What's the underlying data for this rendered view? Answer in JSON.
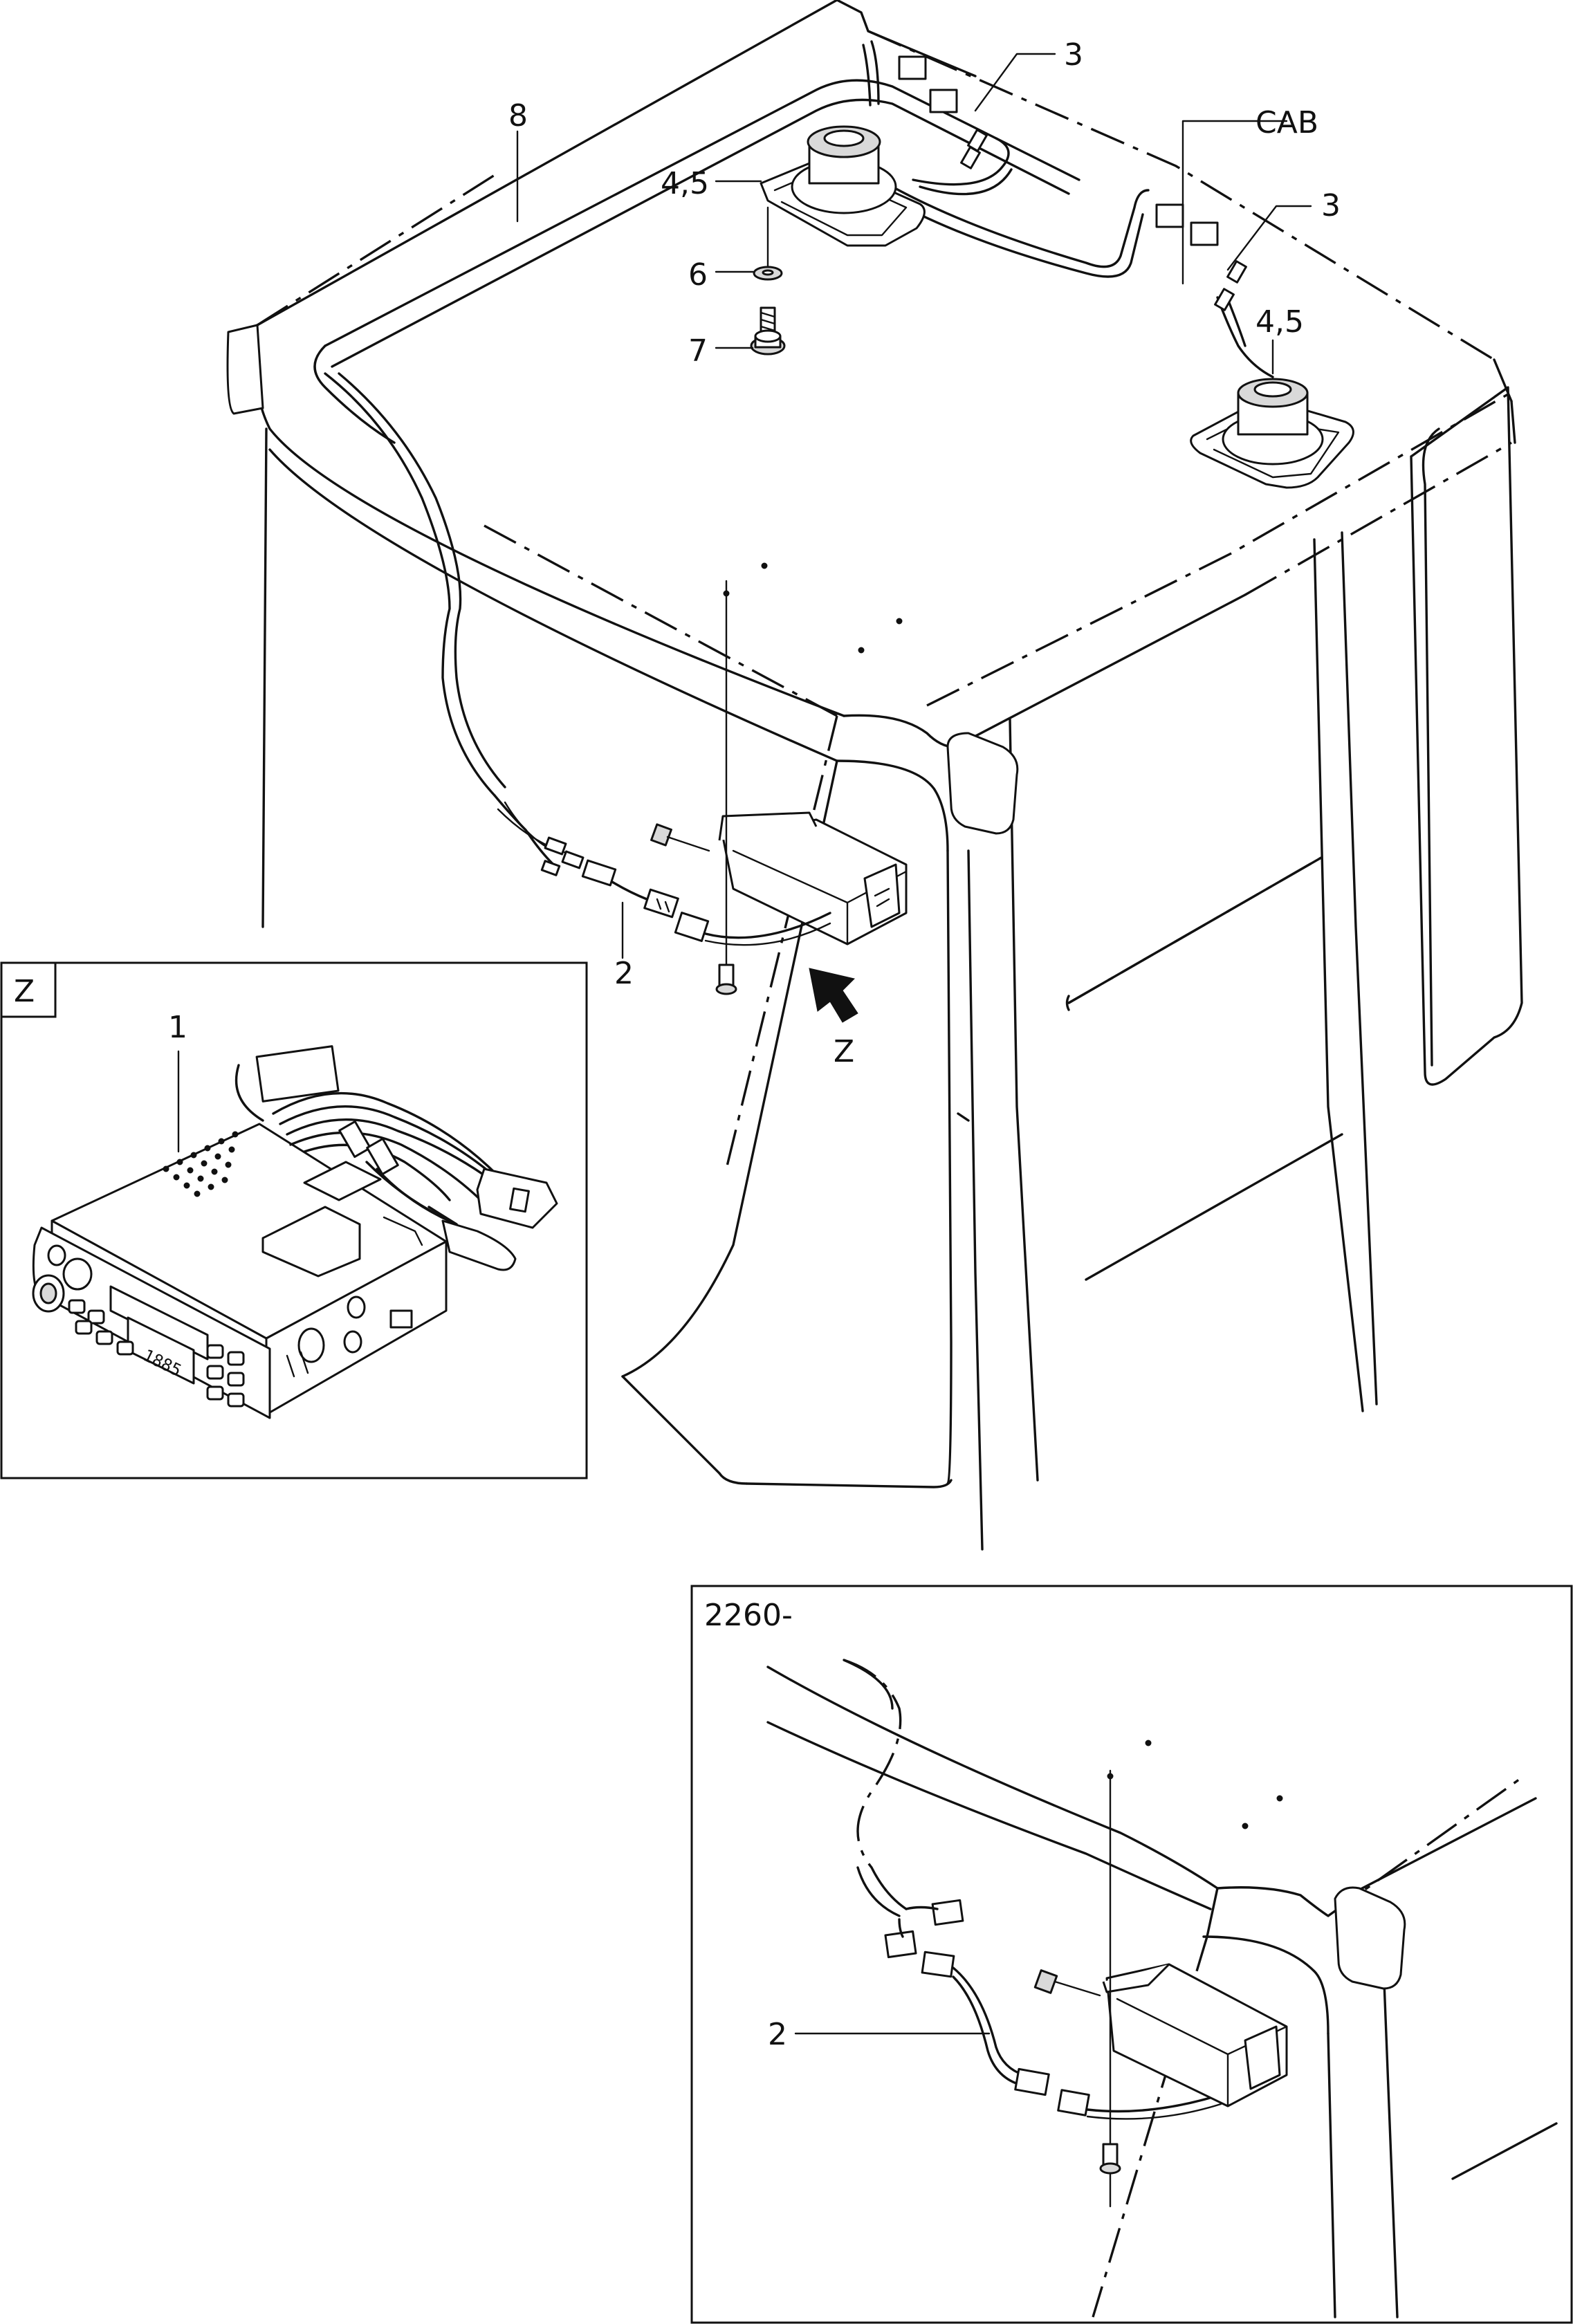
{
  "labels": {
    "cab": "CAB",
    "part_1": "1",
    "part_2_main": "2",
    "part_2_inset": "2",
    "part_3_left": "3",
    "part_3_right": "3",
    "part_45_left": "4,5",
    "part_45_right": "4,5",
    "part_6": "6",
    "part_7": "7",
    "part_8": "8",
    "view_arrow": "Z",
    "detail_z_tag": "Z",
    "inset_serial": "2260-",
    "radio_display": "1885"
  },
  "icons": {
    "view_arrow": "arrow-up-right-icon"
  }
}
